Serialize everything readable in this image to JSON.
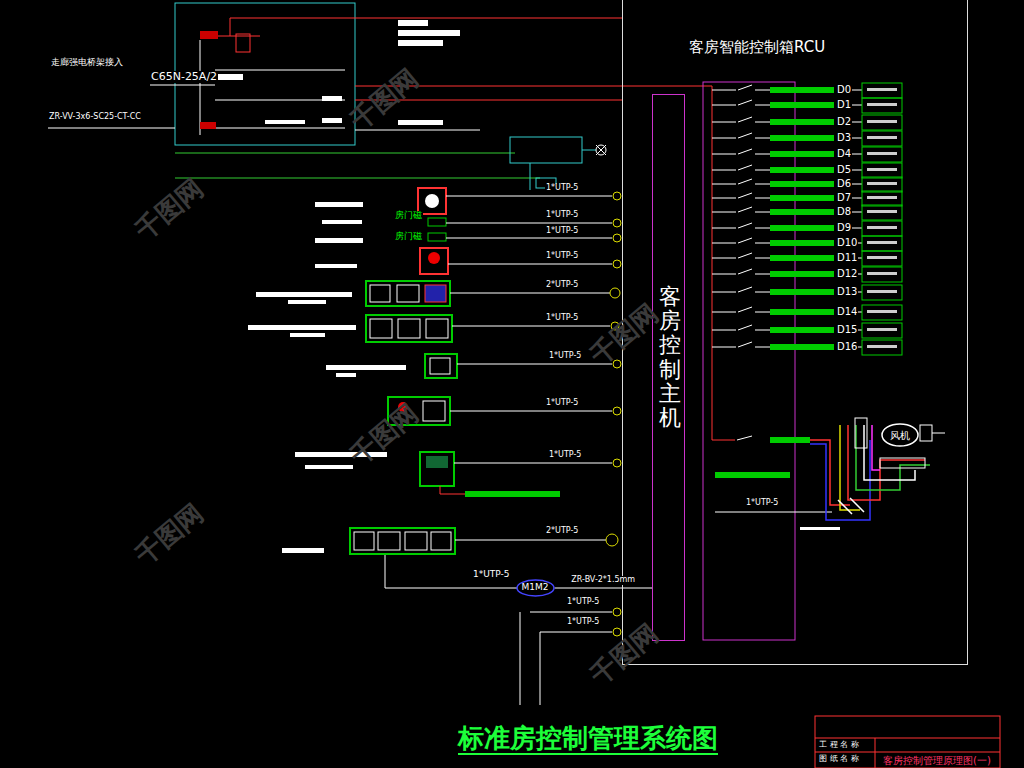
{
  "diagram": {
    "title": "标准房控制管理系统图",
    "nodes": [
      {
        "text": [
          "客房智能控制箱RCU"
        ]
      },
      {
        "text": [
          "客房控制主机"
        ],
        "in": 0
      },
      {
        "text": [
          "M1M2"
        ]
      },
      {
        "text": [
          "风机"
        ],
        "in": 0
      }
    ],
    "edges": [
      {
        "from": 2,
        "to": 1,
        "arrow": "none",
        "label": "ZR-BV-2*1.5mm"
      }
    ],
    "labels": [
      "走廊强电桥架接入",
      "C65N-25A/2",
      "ZR-VV-3x6-SC25-CT-CC",
      "房门磁",
      "房门磁",
      "1*UTP-5",
      "1*UTP-5",
      "1*UTP-5",
      "1*UTP-5",
      "2*UTP-5",
      "1*UTP-5",
      "1*UTP-5",
      "1*UTP-5",
      "1*UTP-5",
      "2*UTP-5",
      "1*UTP-5",
      "1*UTP-5",
      "1*UTP-5",
      "1*UTP-5",
      "D0",
      "D1",
      "D2",
      "D3",
      "D4",
      "D5",
      "D6",
      "D7",
      "D8",
      "D9",
      "D10",
      "D11",
      "D12",
      "D13",
      "D14",
      "D15",
      "D16",
      "工 程 名 称",
      "图 纸 名 称",
      "客房控制管理原理图(一)",
      "千图网",
      "千图网",
      "千图网",
      "千图网",
      "千图网",
      "千图网"
    ]
  }
}
